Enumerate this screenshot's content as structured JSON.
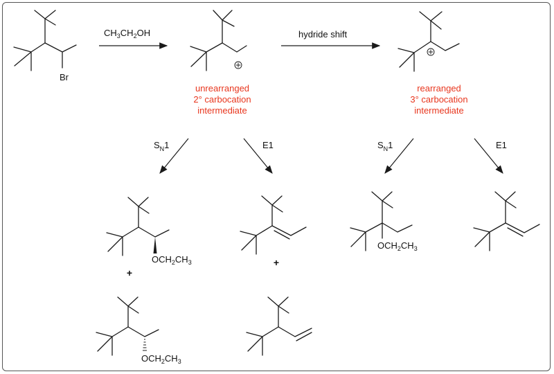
{
  "reagents": {
    "solvent": "CH3CH2OH",
    "hydride_shift": "hydride shift"
  },
  "intermediates": {
    "secondary": [
      "unrearranged",
      "2° carbocation",
      "intermediate"
    ],
    "tertiary": [
      "rearranged",
      "3° carbocation",
      "intermediate"
    ]
  },
  "pathways": {
    "sn1": "SN1",
    "e1": "E1"
  },
  "atoms": {
    "bromine": "Br",
    "ethoxy": "OCH2CH3",
    "positive_charge": "+"
  },
  "product_separator": "+",
  "colors": {
    "annotation": "#e8361e",
    "ink": "#1a1a1a"
  }
}
